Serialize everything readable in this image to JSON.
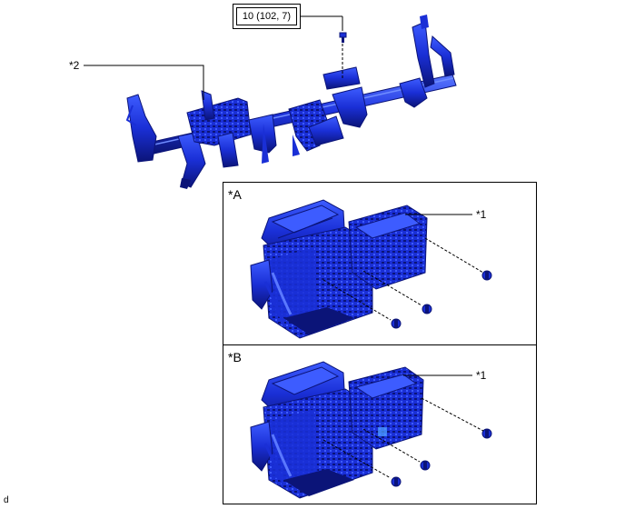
{
  "torque_spec": "10 (102, 7)",
  "callouts": {
    "part2": "*2",
    "part1_a": "*1",
    "part1_b": "*1"
  },
  "panels": {
    "a_title": "*A",
    "b_title": "*B"
  },
  "footer_code": "d",
  "colors": {
    "part_blue": "#1a2fd6",
    "part_dark": "#0b1478",
    "part_light": "#3d5cff",
    "line": "#000000"
  }
}
